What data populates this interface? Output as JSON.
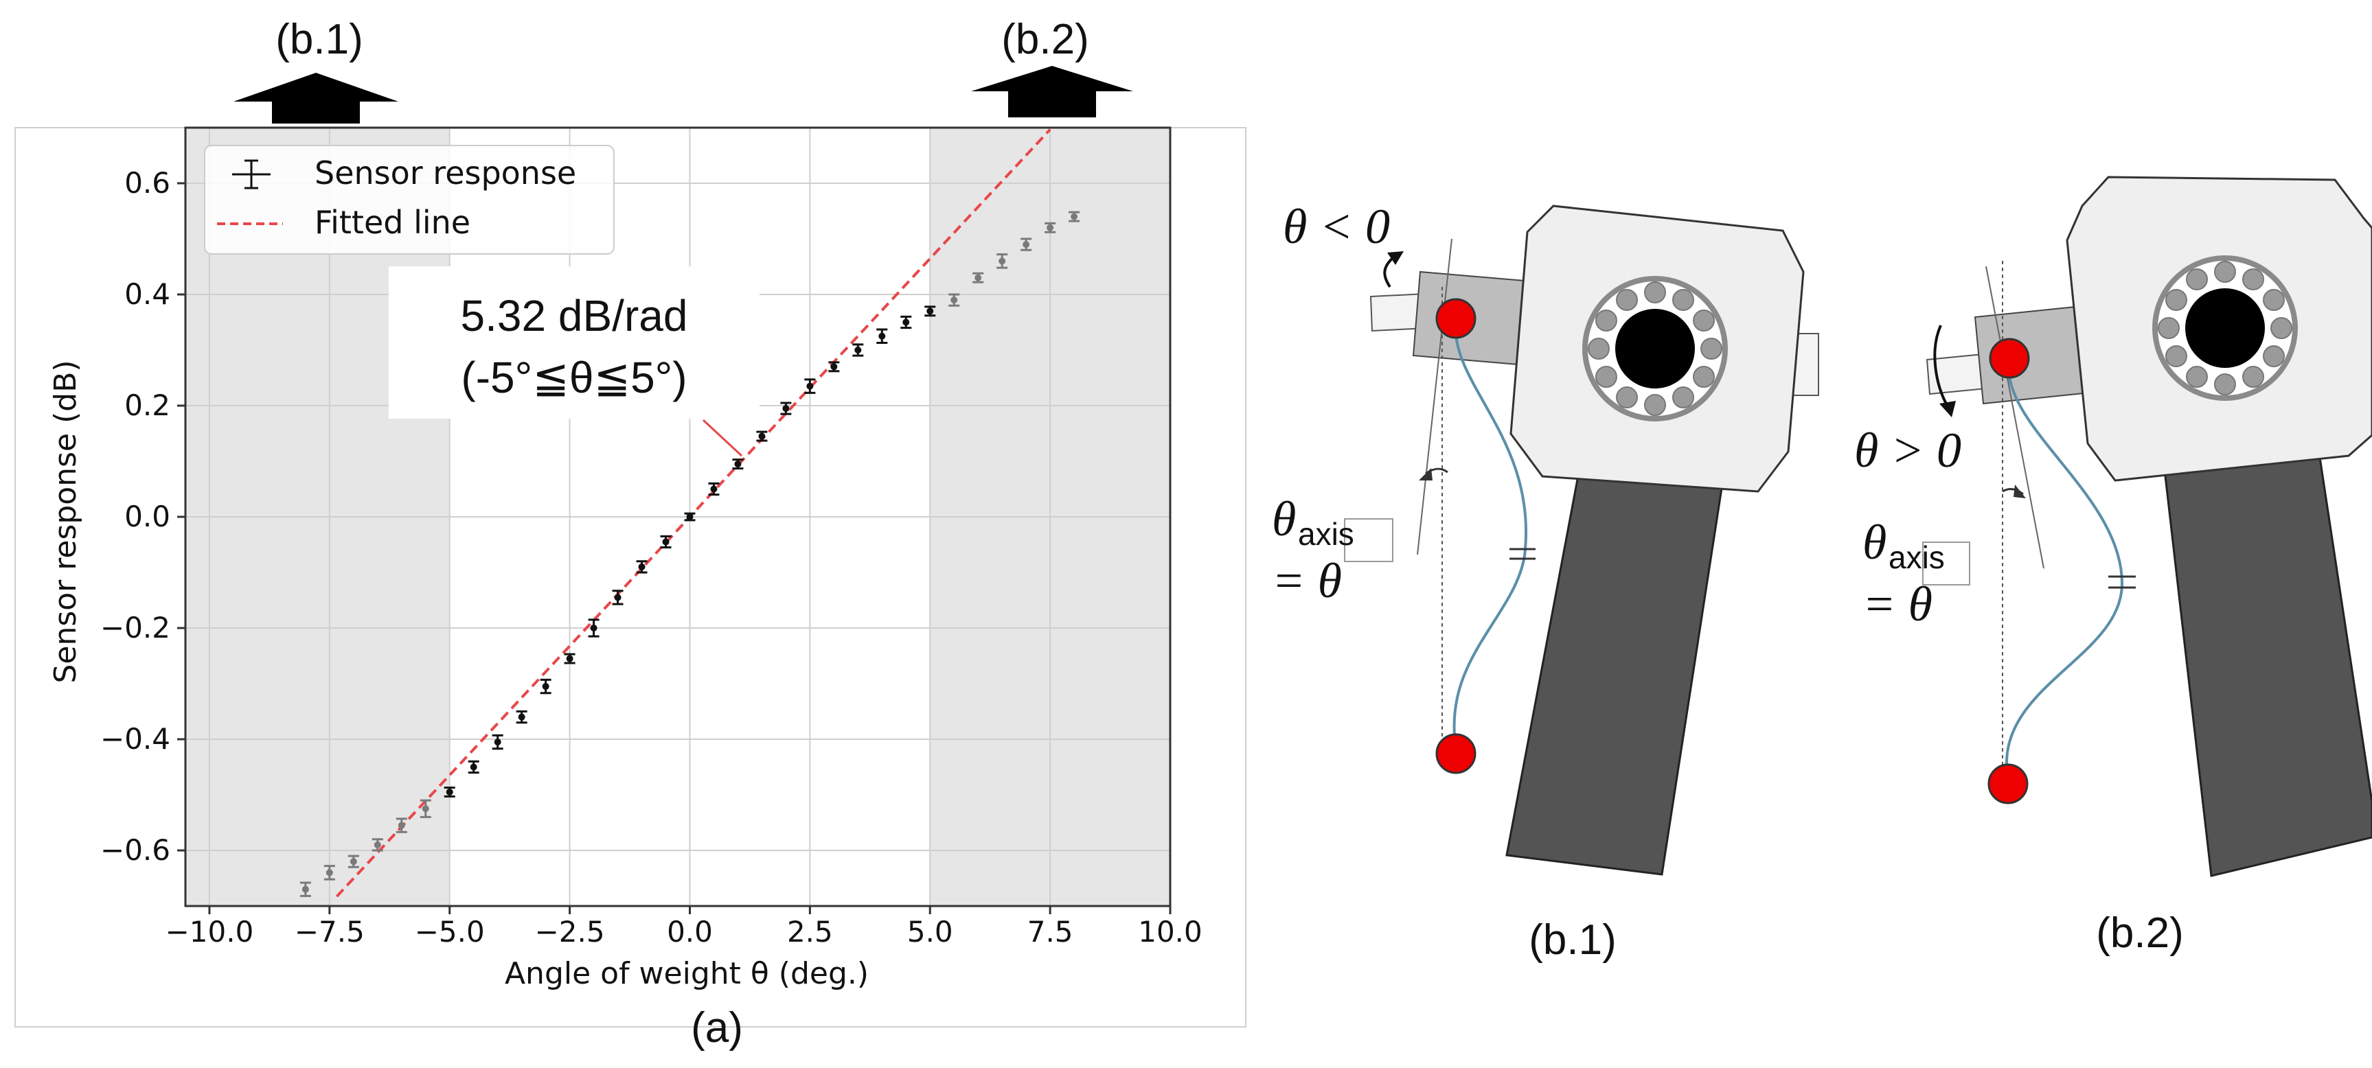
{
  "figure": {
    "panel_a": {
      "caption": "(a)",
      "arrow_left_label": "(b.1)",
      "arrow_right_label": "(b.2)",
      "annotation_line1": "5.32 dB/rad",
      "annotation_line2": "(-5°≦θ≦5°)"
    },
    "panel_b1": {
      "caption": "(b.1)",
      "angle_label": "θ < 0",
      "axis_theta": "θ",
      "axis_sub": "axis",
      "equals_theta": "= θ"
    },
    "panel_b2": {
      "caption": "(b.2)",
      "angle_label": "θ > 0",
      "axis_theta": "θ",
      "axis_sub": "axis",
      "equals_theta": "= θ"
    },
    "colors": {
      "shade": "#e6e6e6",
      "fit_line": "#e8474a",
      "dark_points": "#111111",
      "gray_points": "#7a7a7a",
      "red_marker": "#ee0000",
      "cable": "#5b8fa8",
      "arm": "#545454",
      "box": "#efefef"
    }
  },
  "chart_data": {
    "type": "scatter",
    "title": "",
    "xlabel": "Angle of weight θ (deg.)",
    "ylabel": "Sensor response (dB)",
    "xlim": [
      -10.5,
      10.0
    ],
    "ylim": [
      -0.7,
      0.7
    ],
    "xticks": [
      -10.0,
      -7.5,
      -5.0,
      -2.5,
      0.0,
      2.5,
      5.0,
      7.5,
      10.0
    ],
    "xtick_labels": [
      "−10.0",
      "−7.5",
      "−5.0",
      "−2.5",
      "0.0",
      "2.5",
      "5.0",
      "7.5",
      "10.0"
    ],
    "yticks": [
      -0.6,
      -0.4,
      -0.2,
      0.0,
      0.2,
      0.4,
      0.6
    ],
    "ytick_labels": [
      "−0.6",
      "−0.4",
      "−0.2",
      "0.0",
      "0.2",
      "0.4",
      "0.6"
    ],
    "grid": true,
    "legend": {
      "position": "top-left",
      "entries": [
        "Sensor response",
        "Fitted line"
      ]
    },
    "shaded_ranges": [
      [
        -10.5,
        -5.0
      ],
      [
        5.0,
        10.0
      ]
    ],
    "series": [
      {
        "name": "Sensor response",
        "x": [
          -8.0,
          -7.5,
          -7.0,
          -6.5,
          -6.0,
          -5.5,
          -5.0,
          -4.5,
          -4.0,
          -3.5,
          -3.0,
          -2.5,
          -2.0,
          -1.5,
          -1.0,
          -0.5,
          0.0,
          0.5,
          1.0,
          1.5,
          2.0,
          2.5,
          3.0,
          3.5,
          4.0,
          4.5,
          5.0,
          5.5,
          6.0,
          6.5,
          7.0,
          7.5,
          8.0
        ],
        "y": [
          -0.67,
          -0.64,
          -0.62,
          -0.59,
          -0.555,
          -0.525,
          -0.495,
          -0.45,
          -0.405,
          -0.36,
          -0.305,
          -0.255,
          -0.2,
          -0.145,
          -0.09,
          -0.045,
          0.0,
          0.05,
          0.095,
          0.145,
          0.195,
          0.235,
          0.27,
          0.3,
          0.325,
          0.35,
          0.37,
          0.39,
          0.43,
          0.46,
          0.49,
          0.52,
          0.54
        ],
        "yerr": [
          0.012,
          0.012,
          0.01,
          0.01,
          0.012,
          0.015,
          0.008,
          0.01,
          0.012,
          0.01,
          0.012,
          0.008,
          0.015,
          0.012,
          0.01,
          0.01,
          0.006,
          0.01,
          0.008,
          0.008,
          0.01,
          0.012,
          0.008,
          0.01,
          0.012,
          0.01,
          0.008,
          0.01,
          0.008,
          0.012,
          0.01,
          0.008,
          0.008
        ]
      },
      {
        "name": "Fitted line",
        "slope_per_deg": 0.0929,
        "x_range": [
          -7.35,
          7.5
        ]
      }
    ]
  }
}
